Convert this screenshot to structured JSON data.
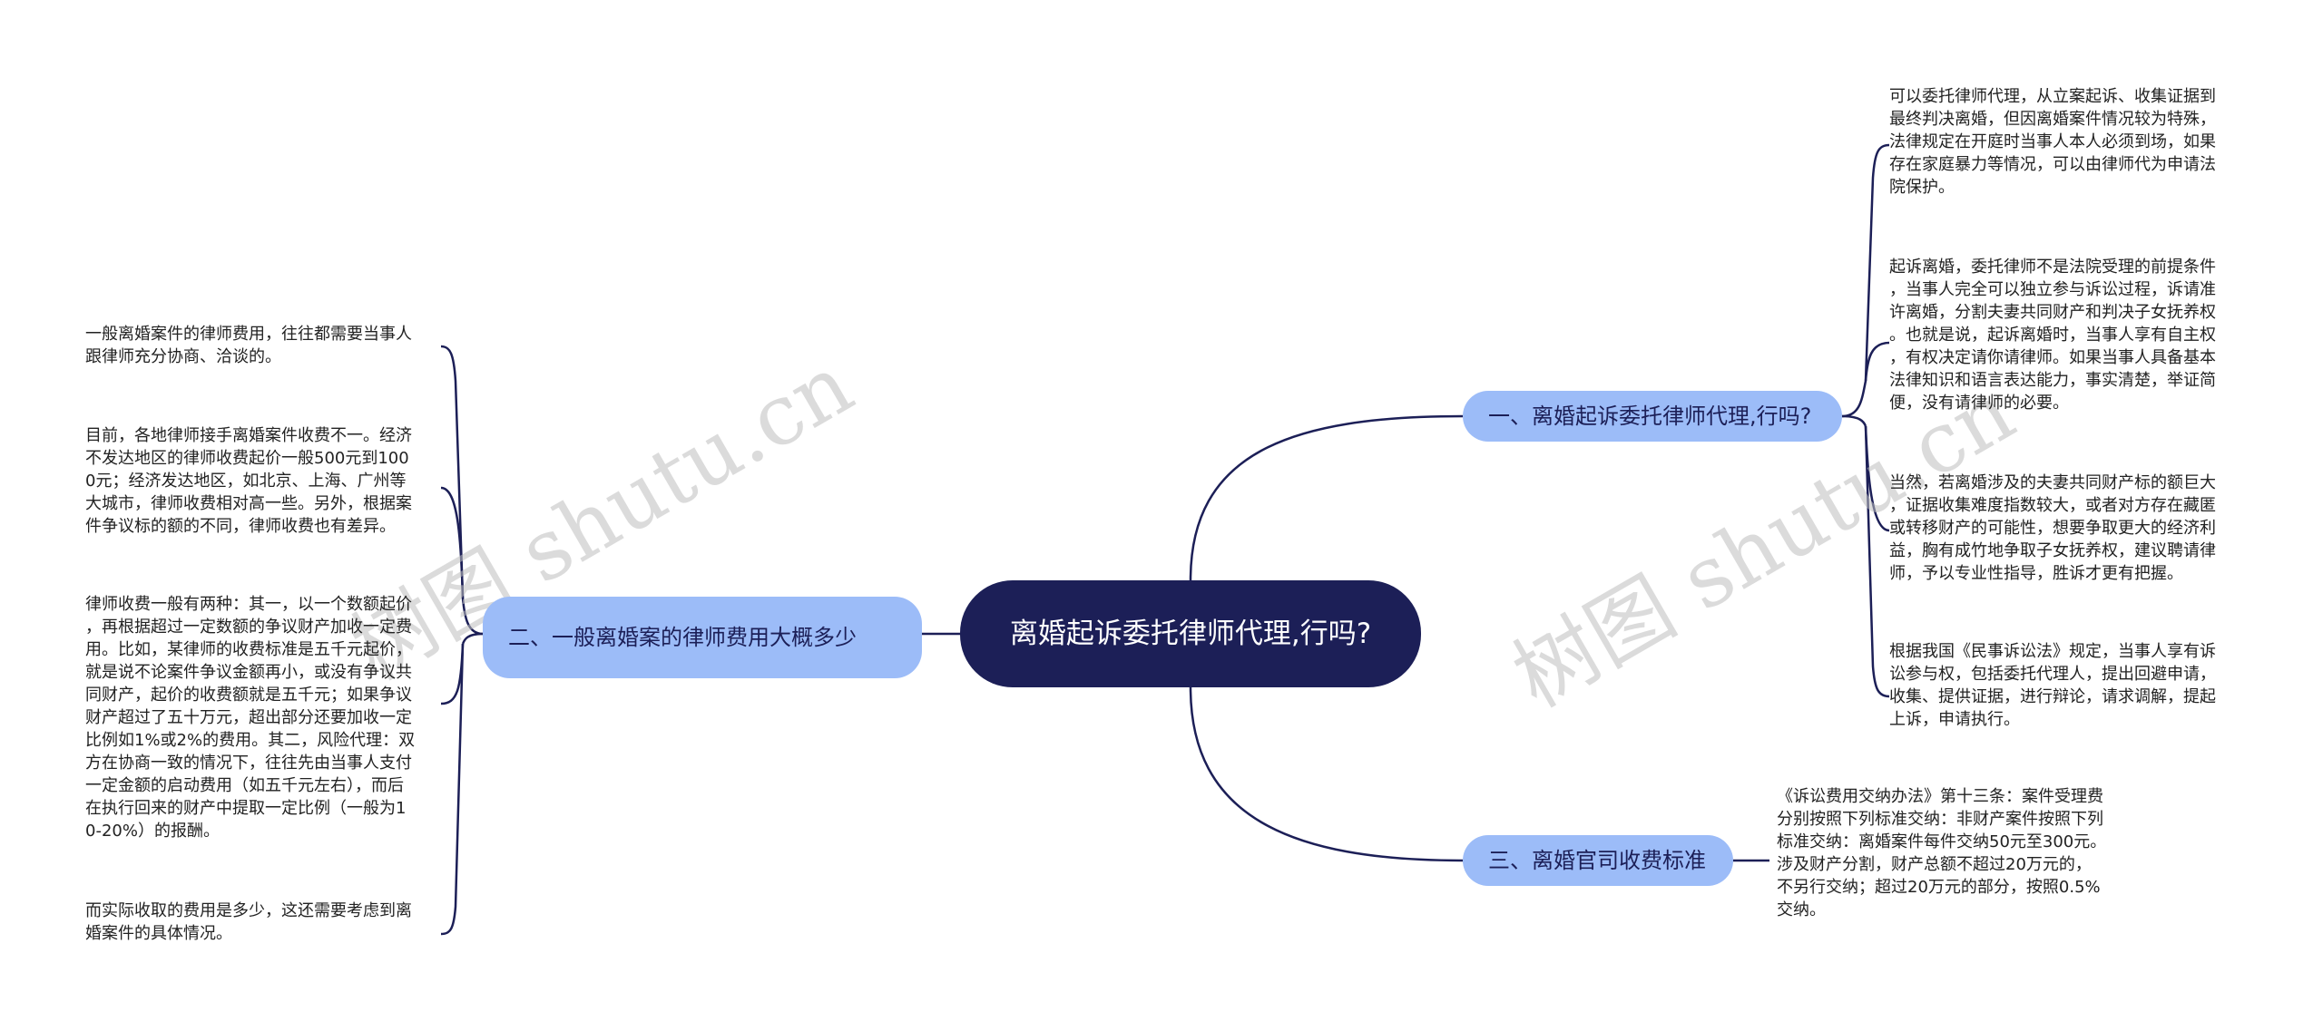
{
  "root": {
    "label": "离婚起诉委托律师代理,行吗?"
  },
  "branches": {
    "one": {
      "label": "一、离婚起诉委托律师代理,行吗?",
      "leaves": [
        "可以委托律师代理，从立案起诉、收集证据到\n最终判决离婚，但因离婚案件情况较为特殊，\n法律规定在开庭时当事人本人必须到场，如果\n存在家庭暴力等情况，可以由律师代为申请法\n院保护。",
        "起诉离婚，委托律师不是法院受理的前提条件\n，当事人完全可以独立参与诉讼过程，诉请准\n许离婚，分割夫妻共同财产和判决子女抚养权\n。也就是说，起诉离婚时，当事人享有自主权\n，有权决定请你请律师。如果当事人具备基本\n法律知识和语言表达能力，事实清楚，举证简\n便，没有请律师的必要。",
        "当然，若离婚涉及的夫妻共同财产标的额巨大\n，证据收集难度指数较大，或者对方存在藏匿\n或转移财产的可能性，想要争取更大的经济利\n益，胸有成竹地争取子女抚养权，建议聘请律\n师，予以专业性指导，胜诉才更有把握。",
        "根据我国《民事诉讼法》规定，当事人享有诉\n讼参与权，包括委托代理人，提出回避申请，\n收集、提供证据，进行辩论，请求调解，提起\n上诉，申请执行。"
      ]
    },
    "two": {
      "label": "二、一般离婚案的律师费用大概多少",
      "leaves": [
        "一般离婚案件的律师费用，往往都需要当事人\n跟律师充分协商、洽谈的。",
        "目前，各地律师接手离婚案件收费不一。经济\n不发达地区的律师收费起价一般500元到100\n0元；经济发达地区，如北京、上海、广州等\n大城市，律师收费相对高一些。另外，根据案\n件争议标的额的不同，律师收费也有差异。",
        "律师收费一般有两种：其一，以一个数额起价\n，再根据超过一定数额的争议财产加收一定费\n用。比如，某律师的收费标准是五千元起价，\n就是说不论案件争议金额再小，或没有争议共\n同财产，起价的收费额就是五千元；如果争议\n财产超过了五十万元，超出部分还要加收一定\n比例如1%或2%的费用。其二，风险代理：双\n方在协商一致的情况下，往往先由当事人支付\n一定金额的启动费用（如五千元左右），而后\n在执行回来的财产中提取一定比例（一般为1\n0-20%）的报酬。",
        "而实际收取的费用是多少，这还需要考虑到离\n婚案件的具体情况。"
      ]
    },
    "three": {
      "label": "三、离婚官司收费标准",
      "leaves": [
        "《诉讼费用交纳办法》第十三条：案件受理费\n分别按照下列标准交纳：非财产案件按照下列\n标准交纳：离婚案件每件交纳50元至300元。\n涉及财产分割，财产总额不超过20万元的，\n不另行交纳；超过20万元的部分，按照0.5%\n交纳。"
      ]
    }
  },
  "watermark": "树图 shutu.cn",
  "colors": {
    "root_bg": "#1c1f57",
    "branch_bg": "#9cbcf8",
    "line": "#1c1f57"
  }
}
